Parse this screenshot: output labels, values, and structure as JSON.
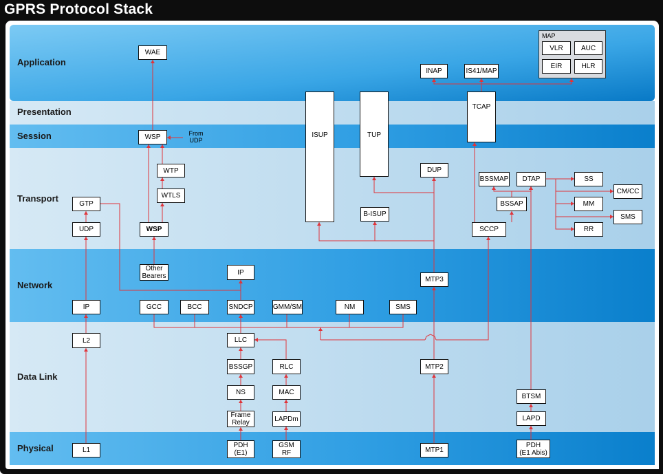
{
  "title": "GPRS Protocol Stack",
  "layers": [
    {
      "key": "application",
      "label": "Application"
    },
    {
      "key": "presentation",
      "label": "Presentation"
    },
    {
      "key": "session",
      "label": "Session"
    },
    {
      "key": "transport",
      "label": "Transport"
    },
    {
      "key": "network",
      "label": "Network"
    },
    {
      "key": "datalink",
      "label": "Data Link"
    },
    {
      "key": "physical",
      "label": "Physical"
    }
  ],
  "map_group_label": "MAP",
  "from_udp_note": "From\nUDP",
  "boxes": {
    "wae": "WAE",
    "wsp_session": "WSP",
    "wtp": "WTP",
    "wtls": "WTLS",
    "wsp_transport": "WSP",
    "other_bearers": "Other\nBearers",
    "gtp": "GTP",
    "udp": "UDP",
    "ip_net": "IP",
    "l2": "L2",
    "l1": "L1",
    "gcc": "GCC",
    "bcc": "BCC",
    "ip_top": "IP",
    "sndcp": "SNDCP",
    "gmm_sm": "GMM/SM",
    "nm": "NM",
    "sms_net": "SMS",
    "llc": "LLC",
    "bssgp": "BSSGP",
    "ns": "NS",
    "frame_relay": "Frame\nRelay",
    "pdh_e1": "PDH\n(E1)",
    "rlc": "RLC",
    "mac": "MAC",
    "lapdm": "LAPDm",
    "gsm_rf": "GSM\nRF",
    "isup": "ISUP",
    "tup": "TUP",
    "dup": "DUP",
    "b_isup": "B-ISUP",
    "mtp3": "MTP3",
    "mtp2": "MTP2",
    "mtp1": "MTP1",
    "inap": "INAP",
    "is41_map": "IS41/MAP",
    "tcap": "TCAP",
    "vlr": "VLR",
    "auc": "AUC",
    "eir": "EIR",
    "hlr": "HLR",
    "bssmap": "BSSMAP",
    "dtap": "DTAP",
    "bssap": "BSSAP",
    "sccp": "SCCP",
    "btsm": "BTSM",
    "lapd": "LAPD",
    "pdh_abis": "PDH\n(E1 Abis)",
    "ss": "SS",
    "cm_cc": "CM/CC",
    "mm": "MM",
    "sms_tr": "SMS",
    "rr": "RR"
  },
  "colors": {
    "frame": "#0d0d0d",
    "band_dark": "#1e8fd6",
    "band_light": "#b9d8ec",
    "arrow": "#e0343a",
    "box_border": "#111111",
    "map_bg": "#d8dbe0"
  }
}
